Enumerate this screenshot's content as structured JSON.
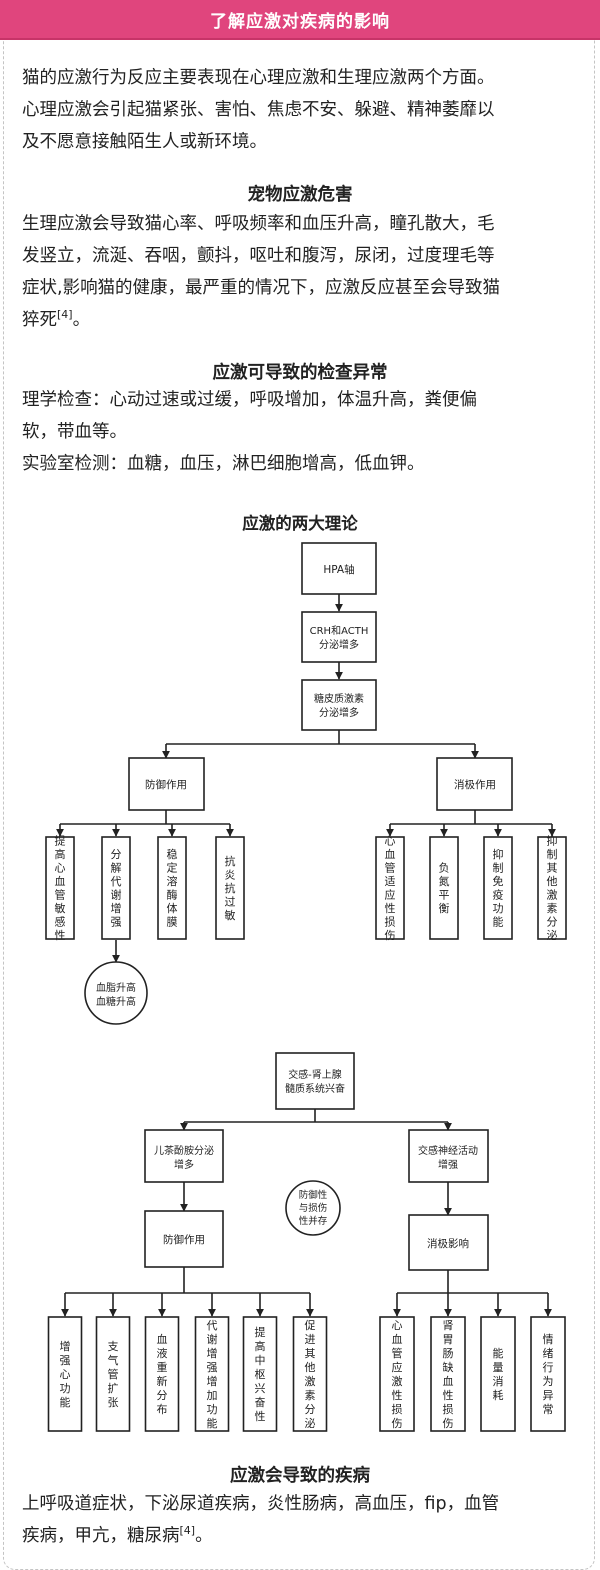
{
  "header": {
    "title": "了解应激对疾病的影响"
  },
  "intro": {
    "lines": [
      "猫的应激行为反应主要表现在心理应激和生理应激两个方面。",
      "心理应激会引起猫紧张、害怕、焦虑不安、躲避、精神萎靡以",
      "及不愿意接触陌生人或新环境。"
    ]
  },
  "hazard": {
    "title": "宠物应激危害",
    "lines": [
      "生理应激会导致猫心率、呼吸频率和血压升高，瞳孔散大，毛",
      "发竖立，流涎、吞咽，颤抖，呕吐和腹泻，尿闭，过度理毛等",
      "症状,影响猫的健康，最严重的情况下，应激反应甚至会导致猫",
      "猝死"
    ],
    "citation": "[4]",
    "tail": "。"
  },
  "exam": {
    "title": "应激可导致的检查异常",
    "lines": [
      "理学检查：心动过速或过缓，呼吸增加，体温升高，粪便偏",
      "软，带血等。",
      "实验室检测：血糖，血压，淋巴细胞增高，低血钾。"
    ]
  },
  "theory": {
    "title": "应激的两大理论",
    "hpa": {
      "top": "HPA轴",
      "step2": [
        "CRH和ACTH",
        "分泌增多"
      ],
      "step3": [
        "糖皮质激素",
        "分泌增多"
      ],
      "defense": "防御作用",
      "negative": "消极作用",
      "defense_items": [
        "提高心血管敏感性",
        "分解代谢增强",
        "稳定溶酶体膜",
        "抗炎抗过敏"
      ],
      "negative_items": [
        "心血管适应性损伤",
        "负氮平衡",
        "抑制免疫功能",
        "抑制其他激素分泌"
      ],
      "circle": [
        "血脂升高",
        "血糖升高"
      ]
    },
    "sam": {
      "top": [
        "交感-肾上腺",
        "髓质系统兴奋"
      ],
      "left": [
        "儿茶酚胺分泌",
        "增多"
      ],
      "right": [
        "交感神经活动",
        "增强"
      ],
      "center_circle": [
        "防御性",
        "与损伤",
        "性并存"
      ],
      "defense": "防御作用",
      "negative": "消极影响",
      "defense_items": [
        "增强心功能",
        "支气管扩张",
        "血液重新分布",
        "代谢增强增加功能",
        "提高中枢兴奋性",
        "促进其他激素分泌"
      ],
      "negative_items": [
        "心血管应激性损伤",
        "肾胃肠缺血性损伤",
        "能量消耗",
        "情绪行为异常"
      ]
    }
  },
  "disease": {
    "title": "应激会导致的疾病",
    "lines": [
      "上呼吸道症状，下泌尿道疾病，炎性肠病，高血压，fip，血管",
      "疾病，甲亢，糖尿病"
    ],
    "citation": "[4]",
    "tail": "。"
  }
}
